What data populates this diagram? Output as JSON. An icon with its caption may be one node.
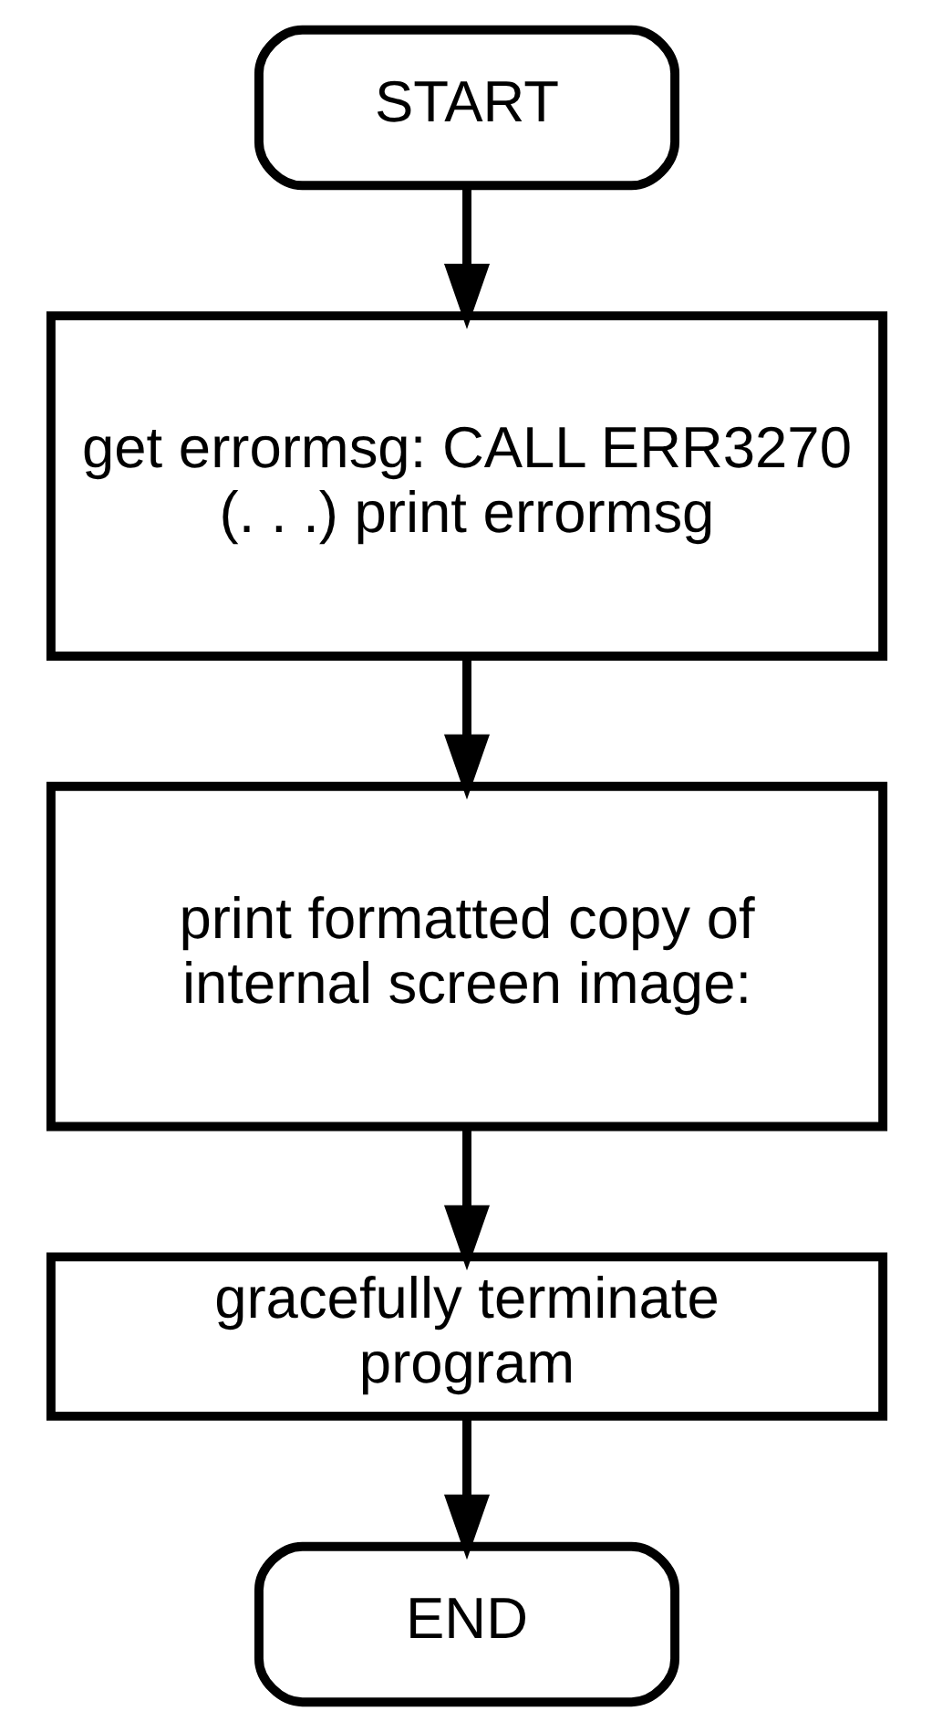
{
  "diagram": {
    "nodes": [
      {
        "text": [
          "START"
        ]
      },
      {
        "text": [
          "get errormsg: CALL ERR3270 (. . .) print errormsg"
        ]
      },
      {
        "text": [
          "print formatted copy of internal screen image:"
        ]
      },
      {
        "text": [
          "gracefully terminate program"
        ]
      },
      {
        "text": [
          "END"
        ]
      }
    ],
    "edges": [
      {
        "from": 0,
        "to": 1,
        "arrow": "to"
      },
      {
        "from": 1,
        "to": 2,
        "arrow": "to"
      },
      {
        "from": 2,
        "to": 3,
        "arrow": "to"
      },
      {
        "from": 3,
        "to": 4,
        "arrow": "to"
      }
    ]
  }
}
